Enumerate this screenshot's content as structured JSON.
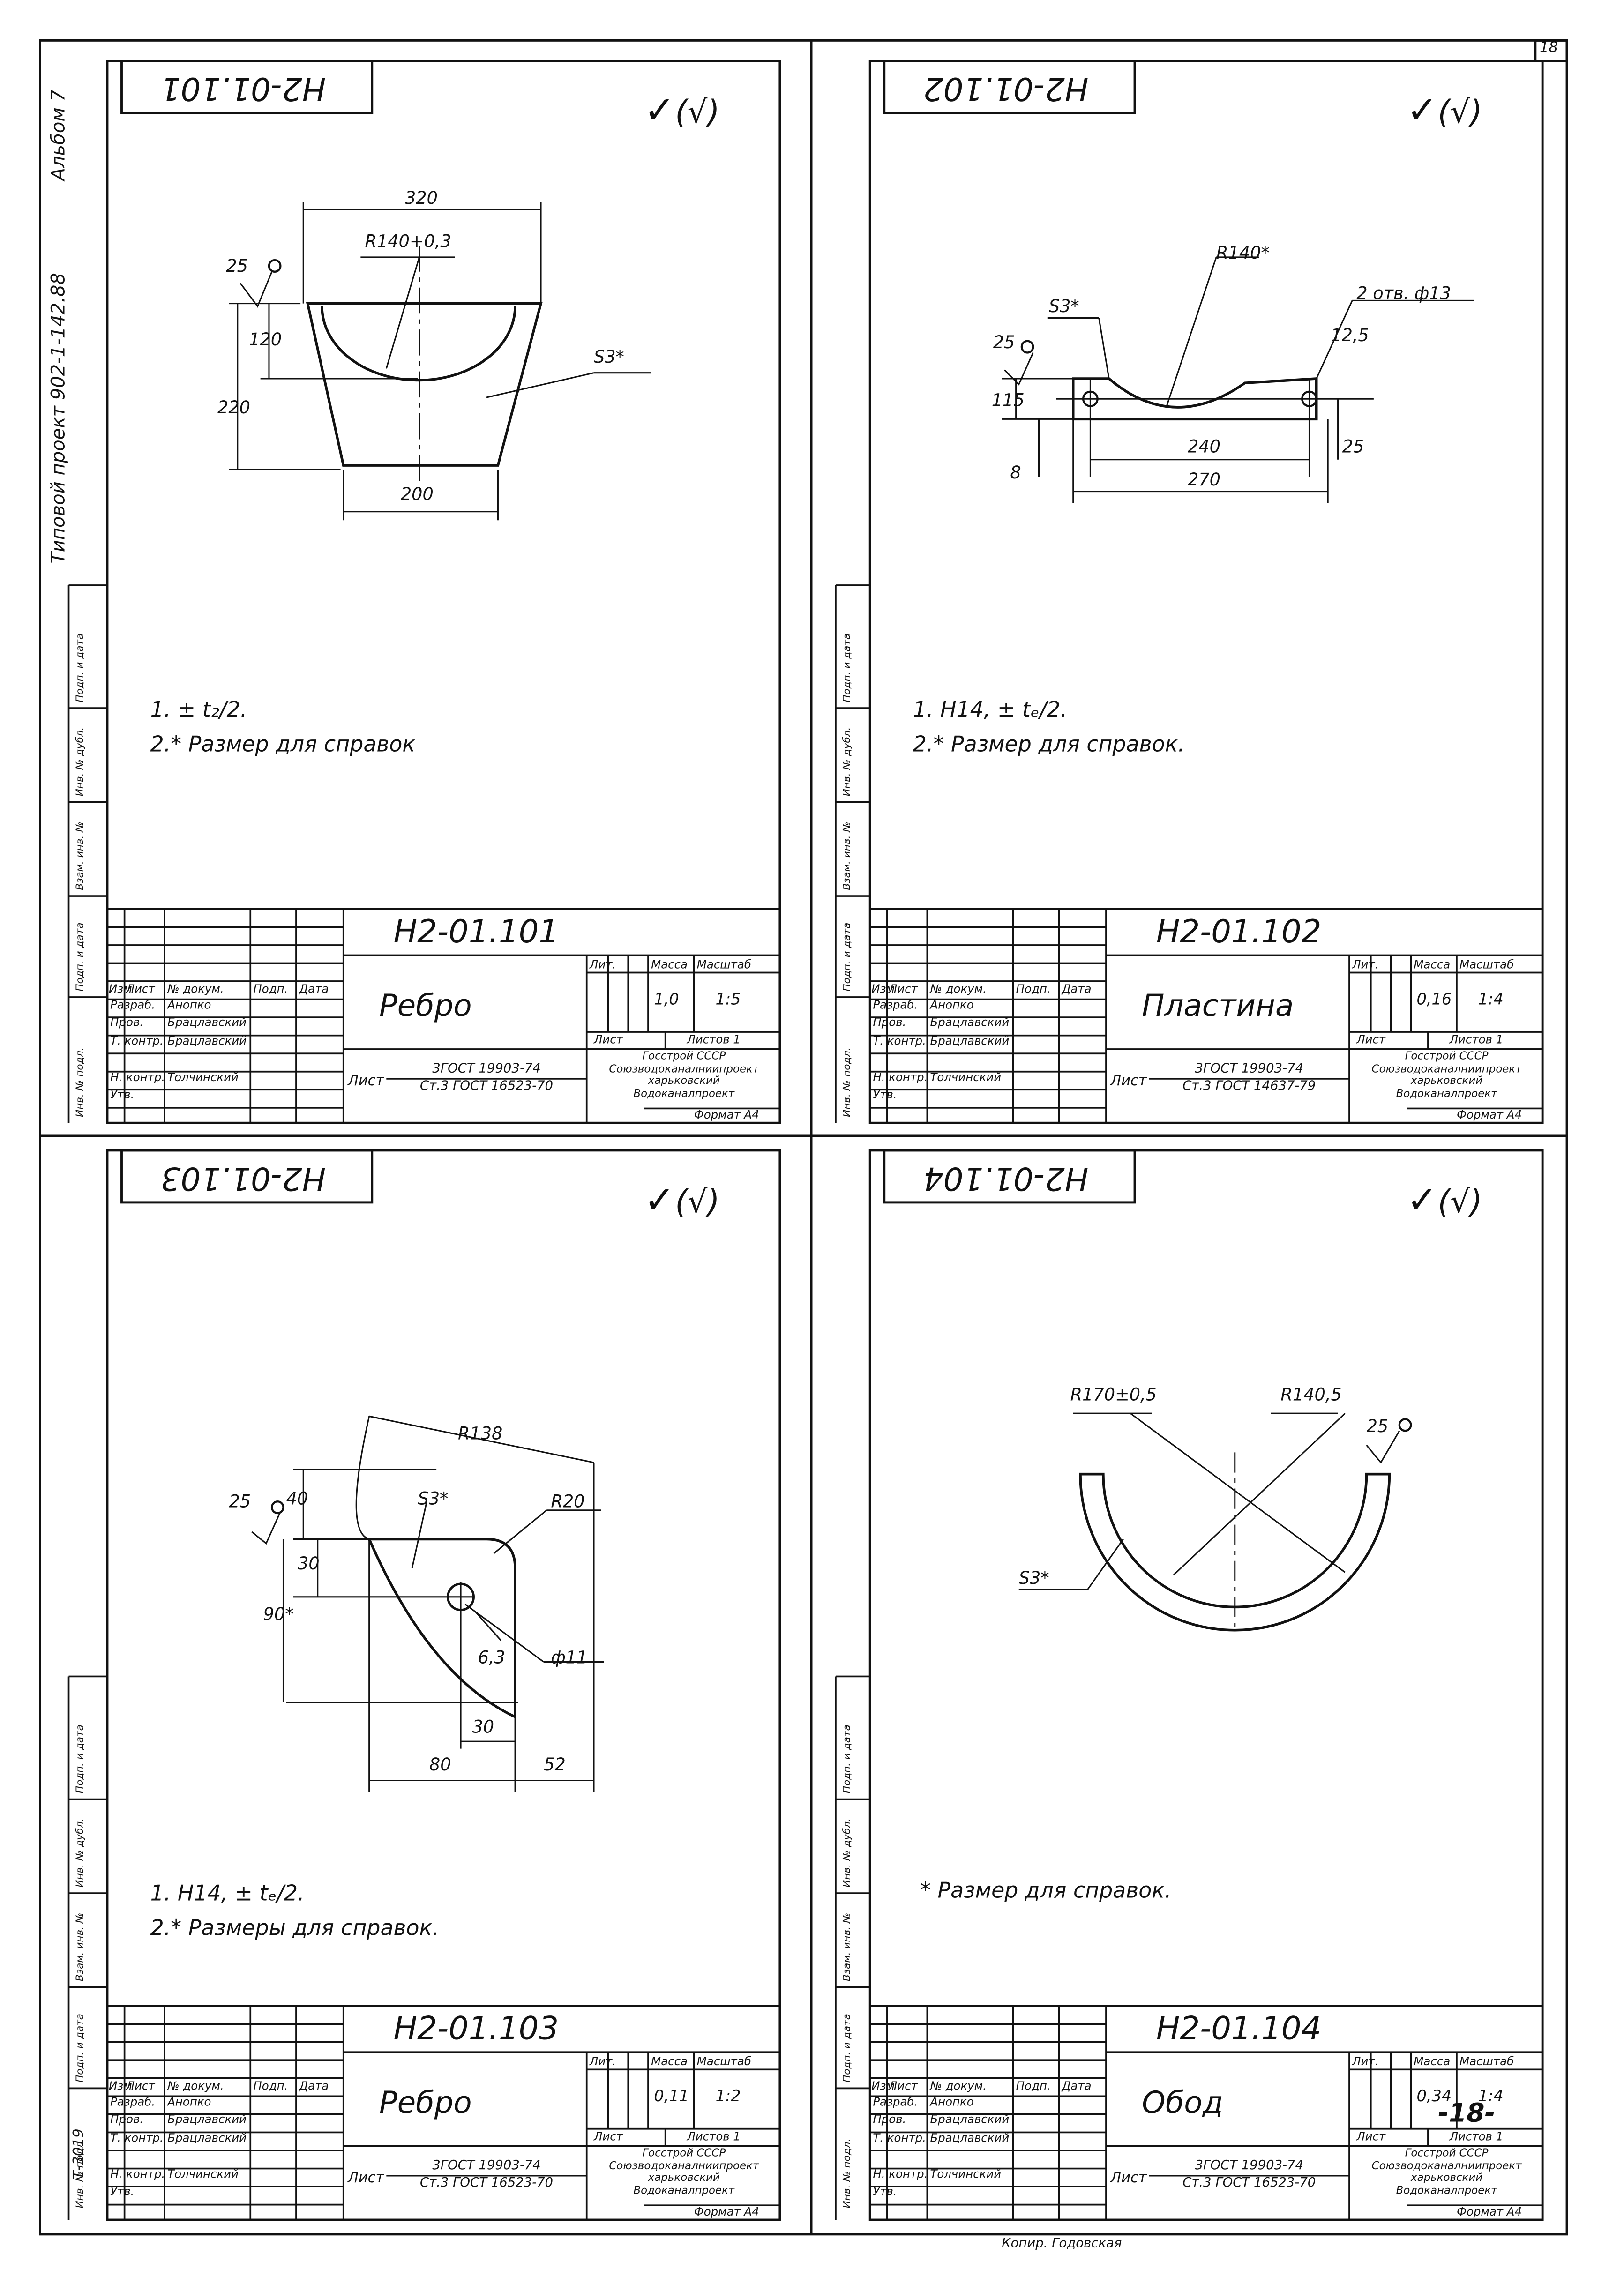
{
  "spine": {
    "album": "Альбом 7",
    "project": "Типовой проект 902-1-142.88",
    "margin_labels": [
      "Подп. и дата",
      "Инв. № дубл.",
      "Взам. инв. №",
      "Подп. и дата",
      "Инв. № подл."
    ]
  },
  "sheet_number_corner": "18",
  "stamp_number": "-18-",
  "sheet_id_bottom_left": "Т-3019",
  "copier": "Копир. Годовская",
  "surface_mark": "(√)",
  "sheets": [
    {
      "code_mirrored": "Н2-01.101",
      "code": "Н2-01.101",
      "name": "Ребро",
      "mass": "1,0",
      "scale": "1:5",
      "sheets_total": "Листов 1",
      "material_num": "3ГОСТ 19903-74",
      "material_den": "Ст.3 ГОСТ 16523-70",
      "notes": [
        "1. ± t₂/2.",
        "2.* Размер для справок"
      ],
      "dims": {
        "d1": "320",
        "d2": "R140+0,3",
        "d3": "120",
        "d4": "220",
        "d5": "200",
        "d6": "S3*",
        "d7": "25"
      }
    },
    {
      "code_mirrored": "Н2-01.102",
      "code": "Н2-01.102",
      "name": "Пластина",
      "mass": "0,16",
      "scale": "1:4",
      "sheets_total": "Листов 1",
      "material_num": "3ГОСТ 19903-74",
      "material_den": "Ст.3 ГОСТ 14637-79",
      "notes": [
        "1. Н14, ± tₑ/2.",
        "2.* Размер для справок."
      ],
      "dims": {
        "d1": "R140*",
        "d2": "2 отв. ф13",
        "d3": "S3*",
        "d4": "12,5",
        "d5": "115",
        "d6": "8",
        "d7": "240",
        "d8": "270",
        "d9": "25",
        "d10": "25"
      }
    },
    {
      "code_mirrored": "Н2-01.103",
      "code": "Н2-01.103",
      "name": "Ребро",
      "mass": "0,11",
      "scale": "1:2",
      "sheets_total": "Листов 1",
      "material_num": "3ГОСТ 19903-74",
      "material_den": "Ст.3 ГОСТ 16523-70",
      "notes": [
        "1. Н14, ± tₑ/2.",
        "2.* Размеры для справок."
      ],
      "dims": {
        "d1": "R138",
        "d2": "S3*",
        "d3": "R20",
        "d4": "40",
        "d5": "30",
        "d6": "90*",
        "d7": "6,3",
        "d8": "ф11",
        "d9": "30",
        "d10": "80",
        "d11": "52",
        "d12": "25"
      }
    },
    {
      "code_mirrored": "Н2-01.104",
      "code": "Н2-01.104",
      "name": "Обод",
      "mass": "0,34",
      "scale": "1:4",
      "sheets_total": "Листов 1",
      "material_num": "3ГОСТ 19903-74",
      "material_den": "Ст.3 ГОСТ 16523-70",
      "notes": [
        "* Размер для справок."
      ],
      "dims": {
        "d1": "R170±0,5",
        "d2": "R140,5",
        "d3": "S3*",
        "d4": "25"
      }
    }
  ],
  "title_block": {
    "col_izm": "Изм",
    "col_list": "Лист",
    "col_doc": "№ докум.",
    "col_sign": "Подп.",
    "col_date": "Дата",
    "lit": "Лит.",
    "mass_h": "Масса",
    "scale_h": "Масштаб",
    "list_h": "Лист",
    "list_label": "Лист",
    "roles": [
      "Разраб.",
      "Пров.",
      "Т. контр.",
      "Н. контр.",
      "Утв."
    ],
    "people": [
      "Анопко",
      "Брацлавский",
      "Брацлавский",
      "Толчинский",
      ""
    ],
    "org1": "Госстрой СССР",
    "org2": "Союзводоканалниипроект",
    "org3": "харьковский",
    "org4": "Водоканалпроект",
    "format": "Формат А4"
  }
}
